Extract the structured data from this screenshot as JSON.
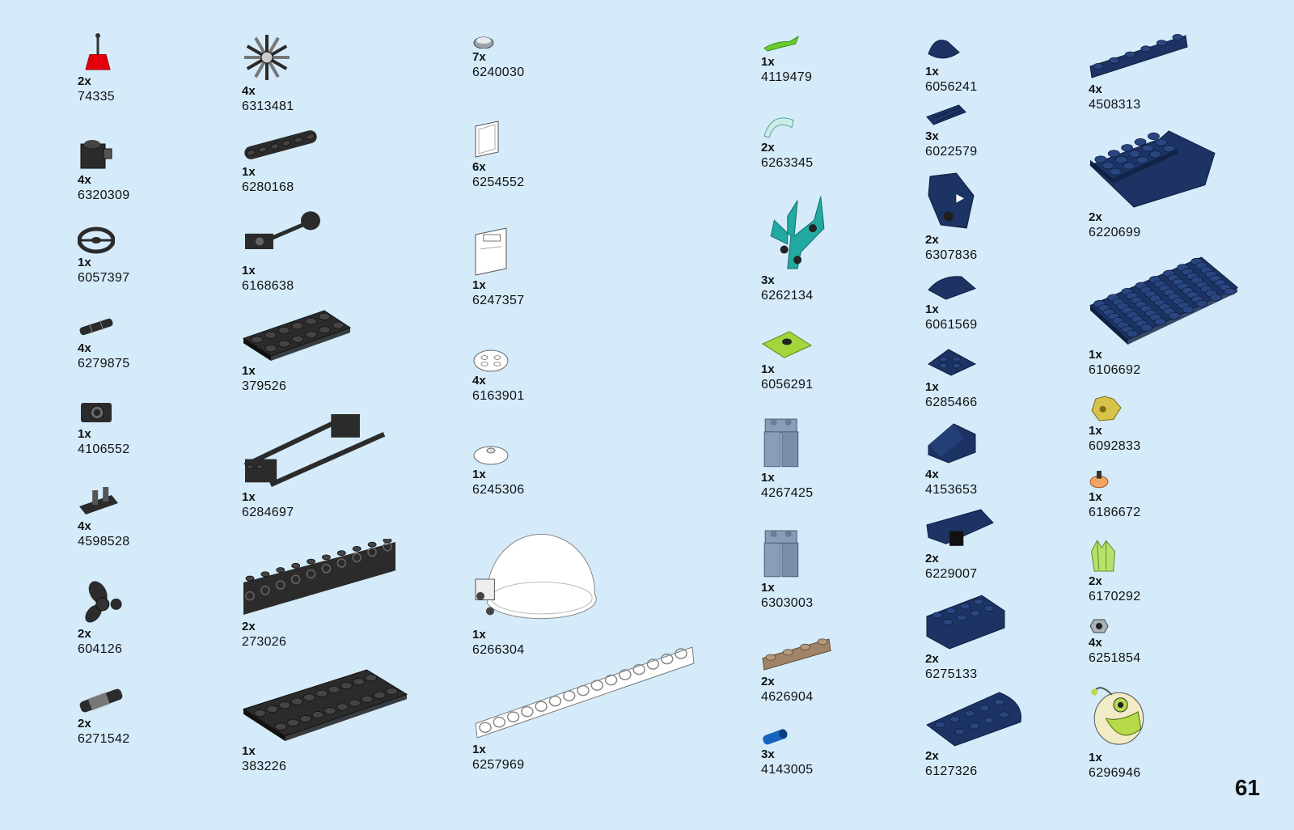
{
  "page": {
    "number": "61"
  },
  "colors": {
    "background": "#d5ebfa",
    "black": "#2b2b2b",
    "dark_blue": "#1c3364",
    "teal": "#22a9a2",
    "lime": "#a4d63c",
    "sand_blue": "#8a9cb8",
    "tan": "#a08466",
    "trans_clear": "#ffffff"
  },
  "parts": [
    {
      "qty": "2x",
      "id": "74335",
      "icon": "red-lever-base"
    },
    {
      "qty": "4x",
      "id": "6320309",
      "icon": "black-brick-with-clip"
    },
    {
      "qty": "1x",
      "id": "6057397",
      "icon": "black-steering-wheel"
    },
    {
      "qty": "4x",
      "id": "6279875",
      "icon": "black-bar-connector"
    },
    {
      "qty": "1x",
      "id": "4106552",
      "icon": "black-minifig-camera"
    },
    {
      "qty": "4x",
      "id": "4598528",
      "icon": "black-plate-with-clips"
    },
    {
      "qty": "2x",
      "id": "604126",
      "icon": "black-propeller"
    },
    {
      "qty": "2x",
      "id": "6271542",
      "icon": "black-flexible-connector"
    },
    {
      "qty": "4x",
      "id": "6313481",
      "icon": "black-fan-blade"
    },
    {
      "qty": "1x",
      "id": "6280168",
      "icon": "black-thin-plate-1x6"
    },
    {
      "qty": "1x",
      "id": "6168638",
      "icon": "black-arm-with-dish"
    },
    {
      "qty": "1x",
      "id": "379526",
      "icon": "black-plate-2x6"
    },
    {
      "qty": "1x",
      "id": "6284697",
      "icon": "black-ski-frame"
    },
    {
      "qty": "2x",
      "id": "273026",
      "icon": "black-technic-brick-1x10"
    },
    {
      "qty": "1x",
      "id": "383226",
      "icon": "black-plate-2x10"
    },
    {
      "qty": "7x",
      "id": "6240030",
      "icon": "silver-round-tile"
    },
    {
      "qty": "6x",
      "id": "6254552",
      "icon": "clear-glass-panel"
    },
    {
      "qty": "1x",
      "id": "6247357",
      "icon": "clear-window-pane"
    },
    {
      "qty": "4x",
      "id": "6163901",
      "icon": "clear-round-plate"
    },
    {
      "qty": "1x",
      "id": "6245306",
      "icon": "clear-dish"
    },
    {
      "qty": "1x",
      "id": "6266304",
      "icon": "clear-dome"
    },
    {
      "qty": "1x",
      "id": "6257969",
      "icon": "clear-technic-beam"
    },
    {
      "qty": "1x",
      "id": "4119479",
      "icon": "green-plant-leaf"
    },
    {
      "qty": "2x",
      "id": "6263345",
      "icon": "clear-teal-visor"
    },
    {
      "qty": "3x",
      "id": "6262134",
      "icon": "teal-coral"
    },
    {
      "qty": "1x",
      "id": "6056291",
      "icon": "lime-jumper-plate"
    },
    {
      "qty": "1x",
      "id": "4267425",
      "icon": "sand-blue-minifig-legs"
    },
    {
      "qty": "1x",
      "id": "6303003",
      "icon": "sand-blue-minifig-legs"
    },
    {
      "qty": "2x",
      "id": "4626904",
      "icon": "tan-plate-1x4"
    },
    {
      "qty": "3x",
      "id": "4143005",
      "icon": "blue-bar-connector"
    },
    {
      "qty": "1x",
      "id": "6056241",
      "icon": "dark-blue-cap"
    },
    {
      "qty": "3x",
      "id": "6022579",
      "icon": "dark-blue-grille-tile"
    },
    {
      "qty": "2x",
      "id": "6307836",
      "icon": "dark-blue-armor-piece"
    },
    {
      "qty": "1x",
      "id": "6061569",
      "icon": "dark-blue-curved-slope"
    },
    {
      "qty": "1x",
      "id": "6285466",
      "icon": "dark-blue-wedge-plate"
    },
    {
      "qty": "4x",
      "id": "4153653",
      "icon": "dark-blue-slope"
    },
    {
      "qty": "2x",
      "id": "6229007",
      "icon": "dark-blue-wing"
    },
    {
      "qty": "2x",
      "id": "6275133",
      "icon": "dark-blue-brick-2x4"
    },
    {
      "qty": "2x",
      "id": "6127326",
      "icon": "dark-blue-wedge"
    },
    {
      "qty": "4x",
      "id": "4508313",
      "icon": "dark-blue-plate-1x6"
    },
    {
      "qty": "2x",
      "id": "6220699",
      "icon": "dark-blue-inverted-hull"
    },
    {
      "qty": "1x",
      "id": "6106692",
      "icon": "dark-blue-plate-8x8"
    },
    {
      "qty": "1x",
      "id": "6092833",
      "icon": "yellow-crown"
    },
    {
      "qty": "1x",
      "id": "6186672",
      "icon": "orange-round-piece"
    },
    {
      "qty": "2x",
      "id": "6170292",
      "icon": "lime-crystal"
    },
    {
      "qty": "4x",
      "id": "6251854",
      "icon": "silver-nut"
    },
    {
      "qty": "1x",
      "id": "6296946",
      "icon": "anglerfish-head"
    }
  ]
}
